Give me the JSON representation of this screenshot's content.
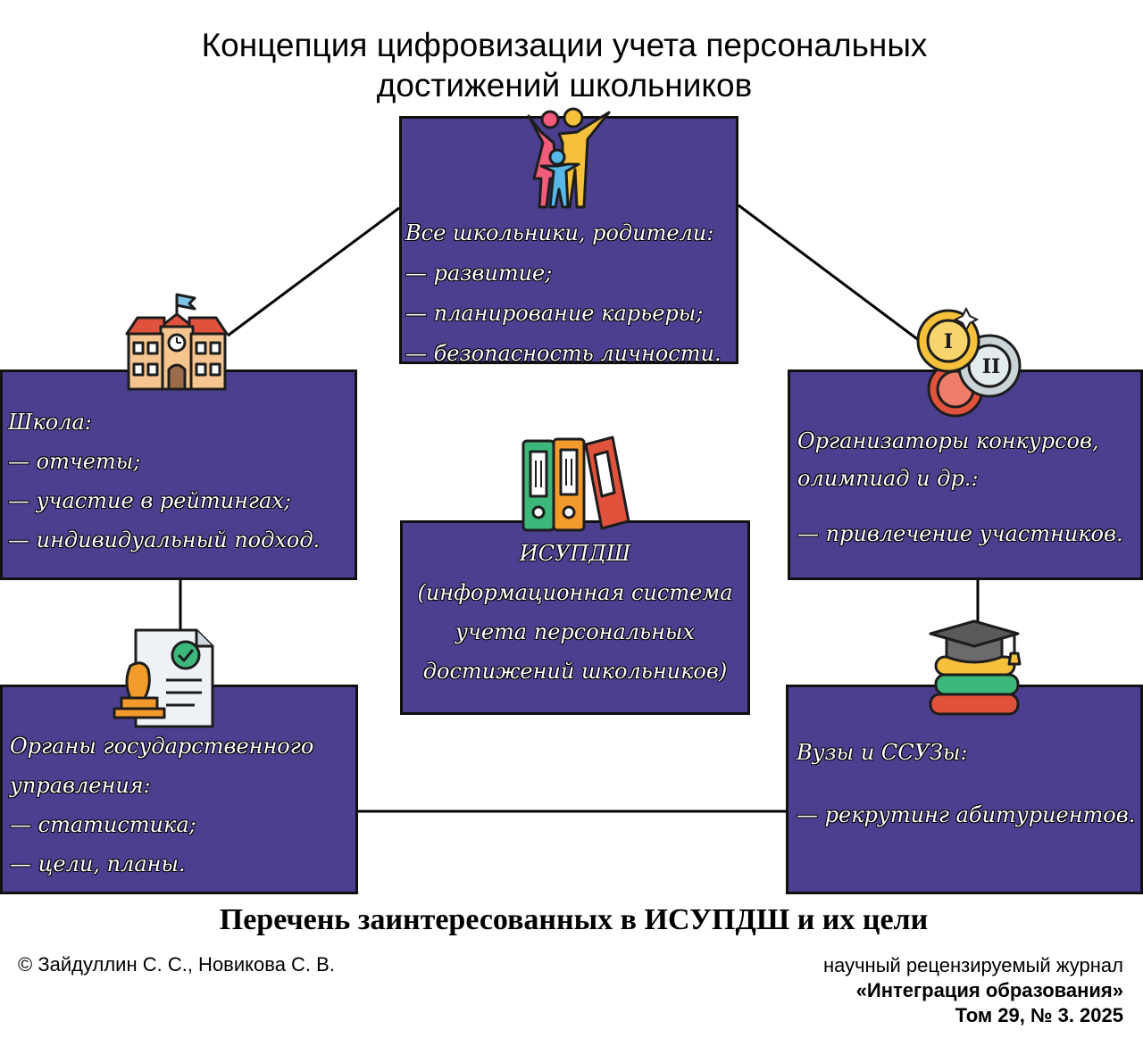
{
  "title": {
    "line1": "Концепция цифровизации учета персональных",
    "line2": "достижений школьников"
  },
  "boxes": {
    "top": {
      "heading": "Все школьники, родители:",
      "items": [
        "— развитие;",
        "— планирование карьеры;",
        "— безопасность личности."
      ],
      "icon": "family-icon"
    },
    "left": {
      "heading": "Школа:",
      "items": [
        "— отчеты;",
        "— участие в рейтингах;",
        "— индивидуальный подход."
      ],
      "icon": "school-building-icon"
    },
    "right": {
      "heading_line1": "Организаторы конкурсов,",
      "heading_line2": "олимпиад и др.:",
      "items": [
        "— привлечение участников."
      ],
      "icon": "medals-icon"
    },
    "center": {
      "lines": [
        "ИСУПДШ",
        "(информационная система",
        "учета персональных",
        "достижений школьников)"
      ],
      "icon": "binders-icon"
    },
    "bottom_left": {
      "heading_line1": "Органы государственного",
      "heading_line2": "управления:",
      "items": [
        "— статистика;",
        "— цели, планы."
      ],
      "icon": "approved-document-stamp-icon"
    },
    "bottom_right": {
      "heading": "Вузы и ССУЗы:",
      "items": [
        "— рекрутинг абитуриентов."
      ],
      "icon": "graduation-cap-books-icon"
    }
  },
  "caption": "Перечень заинтересованных в ИСУПДШ и их цели",
  "footer": {
    "copyright": "© Зайдуллин С. С., Новикова С. В.",
    "journal_line1": "научный рецензируемый журнал",
    "journal_line2": "«Интеграция образования»",
    "journal_line3": "Том 29, № 3. 2025"
  },
  "colors": {
    "box_fill": "#4b4090",
    "box_border": "#111111",
    "text_on_box": "#ffffff"
  }
}
